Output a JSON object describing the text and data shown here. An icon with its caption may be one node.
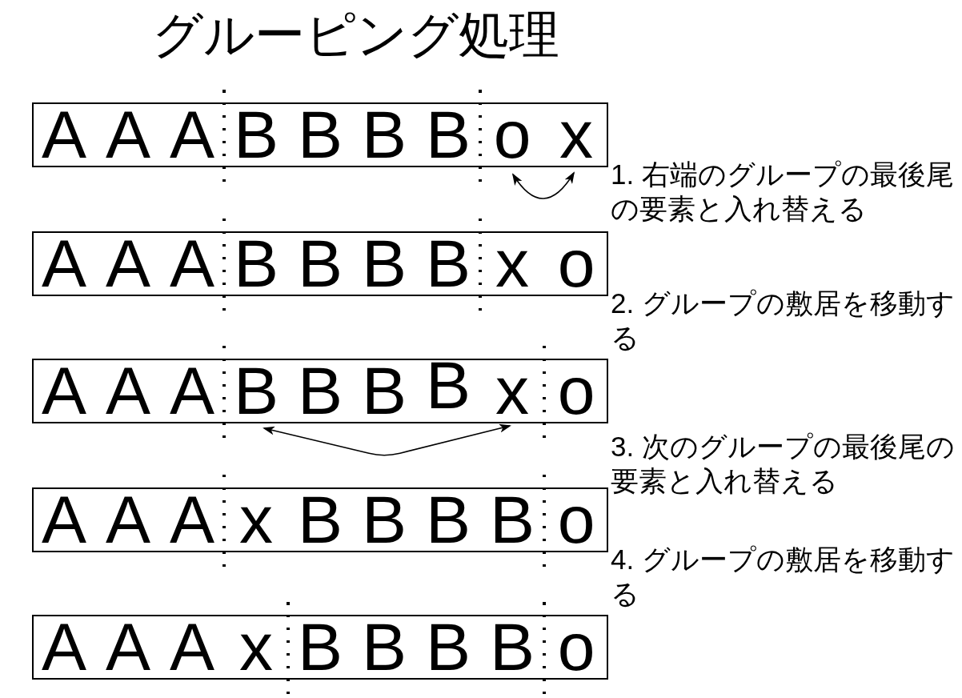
{
  "diagram": {
    "title": "グルーピング処理",
    "nodes": [
      {
        "text": [],
        "shape": "box"
      },
      {
        "text": [
          "A"
        ],
        "in": 0
      },
      {
        "text": [
          "A"
        ],
        "in": 0
      },
      {
        "text": [
          "A"
        ],
        "in": 0
      },
      {
        "text": [
          "B"
        ],
        "in": 0
      },
      {
        "text": [
          "B"
        ],
        "in": 0
      },
      {
        "text": [
          "B"
        ],
        "in": 0
      },
      {
        "text": [
          "B"
        ],
        "in": 0
      },
      {
        "text": [
          "o"
        ],
        "in": 0
      },
      {
        "text": [
          "x"
        ],
        "in": 0
      },
      {
        "text": [],
        "shape": "box"
      },
      {
        "text": [
          "A"
        ],
        "in": 10
      },
      {
        "text": [
          "A"
        ],
        "in": 10
      },
      {
        "text": [
          "A"
        ],
        "in": 10
      },
      {
        "text": [
          "B"
        ],
        "in": 10
      },
      {
        "text": [
          "B"
        ],
        "in": 10
      },
      {
        "text": [
          "B"
        ],
        "in": 10
      },
      {
        "text": [
          "B"
        ],
        "in": 10
      },
      {
        "text": [
          "x"
        ],
        "in": 10
      },
      {
        "text": [
          "o"
        ],
        "in": 10
      },
      {
        "text": [],
        "shape": "box"
      },
      {
        "text": [
          "A"
        ],
        "in": 20
      },
      {
        "text": [
          "A"
        ],
        "in": 20
      },
      {
        "text": [
          "A"
        ],
        "in": 20
      },
      {
        "text": [
          "B"
        ],
        "in": 20
      },
      {
        "text": [
          "B"
        ],
        "in": 20
      },
      {
        "text": [
          "B"
        ],
        "in": 20
      },
      {
        "text": [
          "B"
        ],
        "in": 20
      },
      {
        "text": [
          "x"
        ],
        "in": 20
      },
      {
        "text": [
          "o"
        ],
        "in": 20
      },
      {
        "text": [],
        "shape": "box"
      },
      {
        "text": [
          "A"
        ],
        "in": 30
      },
      {
        "text": [
          "A"
        ],
        "in": 30
      },
      {
        "text": [
          "A"
        ],
        "in": 30
      },
      {
        "text": [
          "x"
        ],
        "in": 30
      },
      {
        "text": [
          "B"
        ],
        "in": 30
      },
      {
        "text": [
          "B"
        ],
        "in": 30
      },
      {
        "text": [
          "B"
        ],
        "in": 30
      },
      {
        "text": [
          "B"
        ],
        "in": 30
      },
      {
        "text": [
          "o"
        ],
        "in": 30
      },
      {
        "text": [],
        "shape": "box"
      },
      {
        "text": [
          "A"
        ],
        "in": 40
      },
      {
        "text": [
          "A"
        ],
        "in": 40
      },
      {
        "text": [
          "A"
        ],
        "in": 40
      },
      {
        "text": [
          "x"
        ],
        "in": 40
      },
      {
        "text": [
          "B"
        ],
        "in": 40
      },
      {
        "text": [
          "B"
        ],
        "in": 40
      },
      {
        "text": [
          "B"
        ],
        "in": 40
      },
      {
        "text": [
          "B"
        ],
        "in": 40
      },
      {
        "text": [
          "o"
        ],
        "in": 40
      }
    ],
    "edges": [
      {
        "from": 8,
        "to": 9,
        "arrow": "both"
      },
      {
        "from": 24,
        "to": 28,
        "arrow": "both"
      }
    ],
    "labels": [
      "1. 右端のグループの最後尾の要素と入れ替える",
      "2. グループの敷居を移動する",
      "3. 次のグループの最後尾の要素と入れ替える",
      "4. グループの敷居を移動する"
    ]
  }
}
